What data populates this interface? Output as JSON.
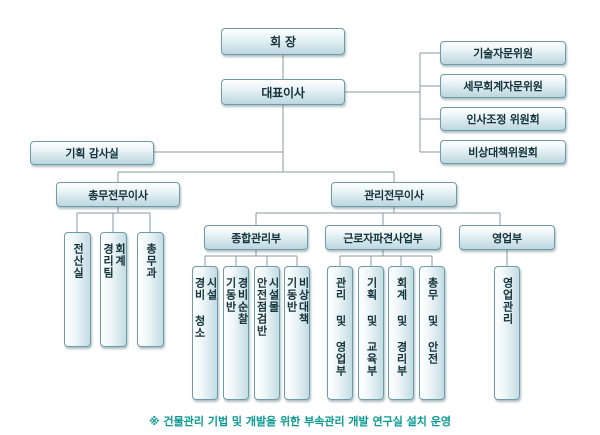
{
  "chairman": "회 장",
  "ceo": "대표이사",
  "advisory": [
    "기술자문위원",
    "세무회계자문위원",
    "인사조정 위원회",
    "비상대책위원회"
  ],
  "audit": "기획 감사실",
  "general_director": "총무전무이사",
  "mgmt_director": "관리전무이사",
  "general_depts": [
    {
      "lines": [
        "전산실"
      ]
    },
    {
      "lines": [
        "회계",
        "경리팀"
      ]
    },
    {
      "lines": [
        "총무과"
      ]
    }
  ],
  "mgmt_depts": [
    "종합관리부",
    "근로자파견사업부",
    "영업부"
  ],
  "comprehensive_units": [
    {
      "lines": [
        "시설",
        "경비 청소"
      ]
    },
    {
      "lines": [
        "경비순찰",
        "기동반"
      ]
    },
    {
      "lines": [
        "시설물",
        "안전점검반"
      ]
    },
    {
      "lines": [
        "비상대책",
        "기동반"
      ]
    }
  ],
  "dispatch_units": [
    {
      "lines": [
        "관리 및 영업부"
      ]
    },
    {
      "lines": [
        "기획 및 교육부"
      ]
    },
    {
      "lines": [
        "회계 및 경리부"
      ]
    },
    {
      "lines": [
        "총무 및 안전"
      ]
    }
  ],
  "sales_units": [
    {
      "lines": [
        "영업관리"
      ]
    }
  ],
  "footnote": "※ 건물관리 기법 및 개발을 위한 부속관리 개발 연구실 설치 운영"
}
